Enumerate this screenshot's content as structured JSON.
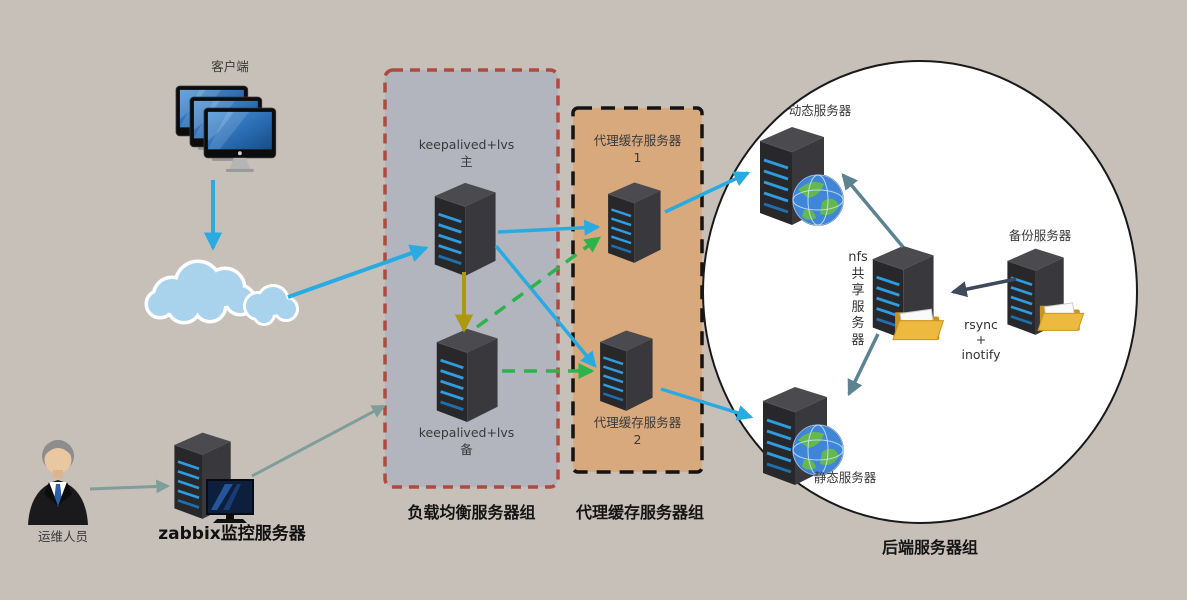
{
  "diagram": {
    "client": {
      "label": "客户端"
    },
    "lb_group": {
      "title": "负载均衡服务器组",
      "master_line1": "keepalived+lvs",
      "master_line2": "主",
      "backup_line1": "keepalived+lvs",
      "backup_line2": "备"
    },
    "proxy_group": {
      "title": "代理缓存服务器组",
      "server1_line1": "代理缓存服务器",
      "server1_line2": "1",
      "server2_line1": "代理缓存服务器",
      "server2_line2": "2"
    },
    "backend_group": {
      "title": "后端服务器组",
      "dynamic_label": "动态服务器",
      "static_label": "静态服务器",
      "backup_label": "备份服务器",
      "nfs_lines": [
        "nfs",
        "共",
        "享",
        "服",
        "务",
        "器"
      ],
      "sync_label_lines": [
        "rsync",
        "+",
        "inotify"
      ]
    },
    "monitoring": {
      "ops_label": "运维人员",
      "zabbix_label": "zabbix监控服务器"
    },
    "colors": {
      "background": "#c7c0b9",
      "lb_box_fill": "#b2b5be",
      "lb_box_border": "#b04a3c",
      "proxy_box_fill": "#d9a97e",
      "proxy_box_border": "#141414",
      "backend_circle_fill": "#ffffff",
      "flow_primary": "#29abe2",
      "flow_backup": "#2db34c",
      "flow_failover": "#ab9a0e",
      "flow_nfs": "#5d8292",
      "flow_rsync": "#3e4a5c",
      "flow_monitor": "#7f9e99"
    }
  }
}
